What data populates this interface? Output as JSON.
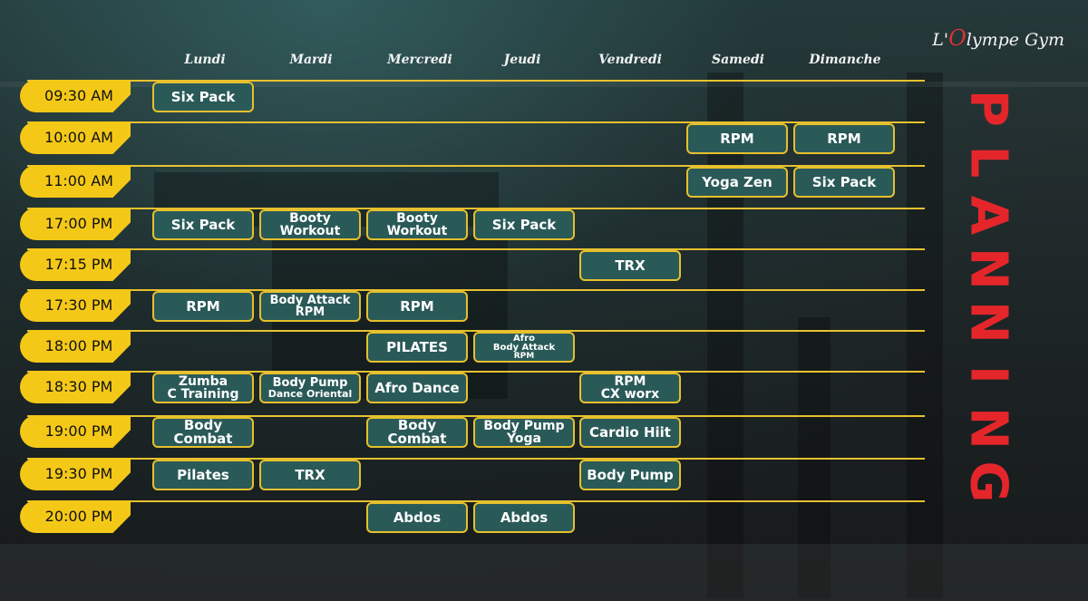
{
  "brand": {
    "logo_prefix": "L'",
    "logo_o": "O",
    "logo_suffix": "lympe Gym",
    "vertical_title_letters": [
      "P",
      "L",
      "A",
      "N",
      "N",
      "I",
      "N",
      "G"
    ]
  },
  "days": [
    "Lundi",
    "Mardi",
    "Mercredi",
    "Jeudi",
    "Vendredi",
    "Samedi",
    "Dimanche"
  ],
  "times": [
    "09:30 AM",
    "10:00 AM",
    "11:00 AM",
    "17:00 PM",
    "17:15 PM",
    "17:30 PM",
    "18:00 PM",
    "18:30 PM",
    "19:00 PM",
    "19:30 PM",
    "20:00 PM"
  ],
  "classes": {
    "r0_lundi": "Six Pack",
    "r1_samedi": "RPM",
    "r1_dimanche": "RPM",
    "r2_samedi": "Yoga Zen",
    "r2_dimanche": "Six Pack",
    "r3_lundi": "Six Pack",
    "r3_mardi": [
      "Booty",
      "Workout"
    ],
    "r3_mercredi": [
      "Booty",
      "Workout"
    ],
    "r3_jeudi": "Six Pack",
    "r4_vendredi": "TRX",
    "r5_lundi": "RPM",
    "r5_mardi": [
      "Body Attack",
      "RPM"
    ],
    "r5_mercredi": "RPM",
    "r6_mercredi": "PILATES",
    "r6_jeudi": [
      "Afro",
      "Body Attack",
      "RPM"
    ],
    "r7_lundi": [
      "Zumba",
      "C Training"
    ],
    "r7_mardi": [
      "Body Pump",
      "Dance Oriental"
    ],
    "r7_mercredi": "Afro Dance",
    "r7_vendredi": [
      "RPM",
      "CX worx"
    ],
    "r8_lundi": "Body Combat",
    "r8_mercredi": "Body Combat",
    "r8_jeudi": [
      "Body Pump",
      "Yoga"
    ],
    "r8_vendredi": "Cardio Hiit",
    "r9_lundi": "Pilates",
    "r9_mardi": "TRX",
    "r9_vendredi": "Body Pump",
    "r10_mercredi": "Abdos",
    "r10_jeudi": "Abdos"
  },
  "colors": {
    "accent_yellow": "#f4c817",
    "class_fill": "#2a5a58",
    "planning_red": "#e4262b"
  }
}
